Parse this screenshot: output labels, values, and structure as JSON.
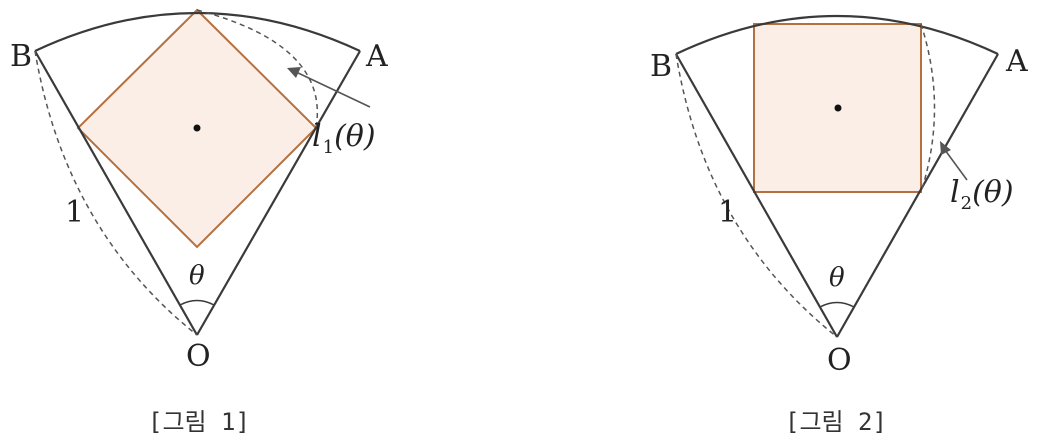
{
  "figure1": {
    "point_a": "A",
    "point_b": "B",
    "point_o": "O",
    "radius_label": "1",
    "angle_label": "θ",
    "length_label": {
      "base": "l",
      "subscript": "1",
      "arg": "(θ)"
    },
    "caption": "[그림 1]"
  },
  "figure2": {
    "point_a": "A",
    "point_b": "B",
    "point_o": "O",
    "radius_label": "1",
    "angle_label": "θ",
    "length_label": {
      "base": "l",
      "subscript": "2",
      "arg": "(θ)"
    },
    "caption": "[그림 2]"
  },
  "colors": {
    "sector_stroke": "#3a3a3a",
    "square_stroke": "#b5703f",
    "square_fill": "#fbeee6",
    "dashed": "#555555"
  }
}
